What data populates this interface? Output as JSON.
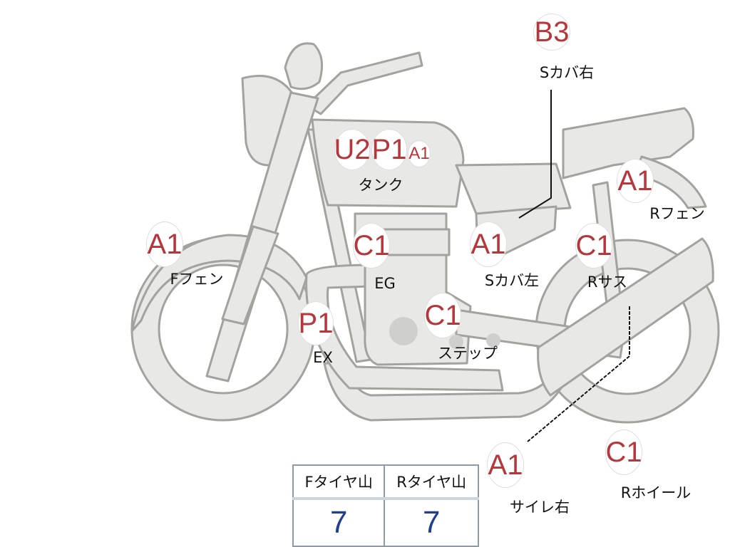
{
  "parts": [
    {
      "id": "b3",
      "grade": "B3",
      "label": "Sカバ右"
    },
    {
      "id": "u2",
      "grade": "U2",
      "label": ""
    },
    {
      "id": "p1-tank",
      "grade": "P1",
      "label": ""
    },
    {
      "id": "a1-tank",
      "grade": "A1",
      "label": "タンク"
    },
    {
      "id": "a1-rfen",
      "grade": "A1",
      "label": "Rフェン"
    },
    {
      "id": "a1-ffen",
      "grade": "A1",
      "label": "Fフェン"
    },
    {
      "id": "c1-eg",
      "grade": "C1",
      "label": "EG"
    },
    {
      "id": "a1-scov-l",
      "grade": "A1",
      "label": "Sカバ左"
    },
    {
      "id": "c1-rsus",
      "grade": "C1",
      "label": "Rサス"
    },
    {
      "id": "p1-ex",
      "grade": "P1",
      "label": "EX"
    },
    {
      "id": "c1-step",
      "grade": "C1",
      "label": "ステップ"
    },
    {
      "id": "a1-muffler",
      "grade": "A1",
      "label": "サイレ右"
    },
    {
      "id": "c1-rwheel",
      "grade": "C1",
      "label": "Rホイール"
    }
  ],
  "tire_table": {
    "headers": [
      "Fタイヤ山",
      "Rタイヤ山"
    ],
    "values": [
      "7",
      "7"
    ]
  },
  "colors": {
    "grade_text": "#b5373b",
    "value_text": "#1f3f8f",
    "body_fill": "#e8e8e6",
    "body_outline": "#a2a29e"
  }
}
